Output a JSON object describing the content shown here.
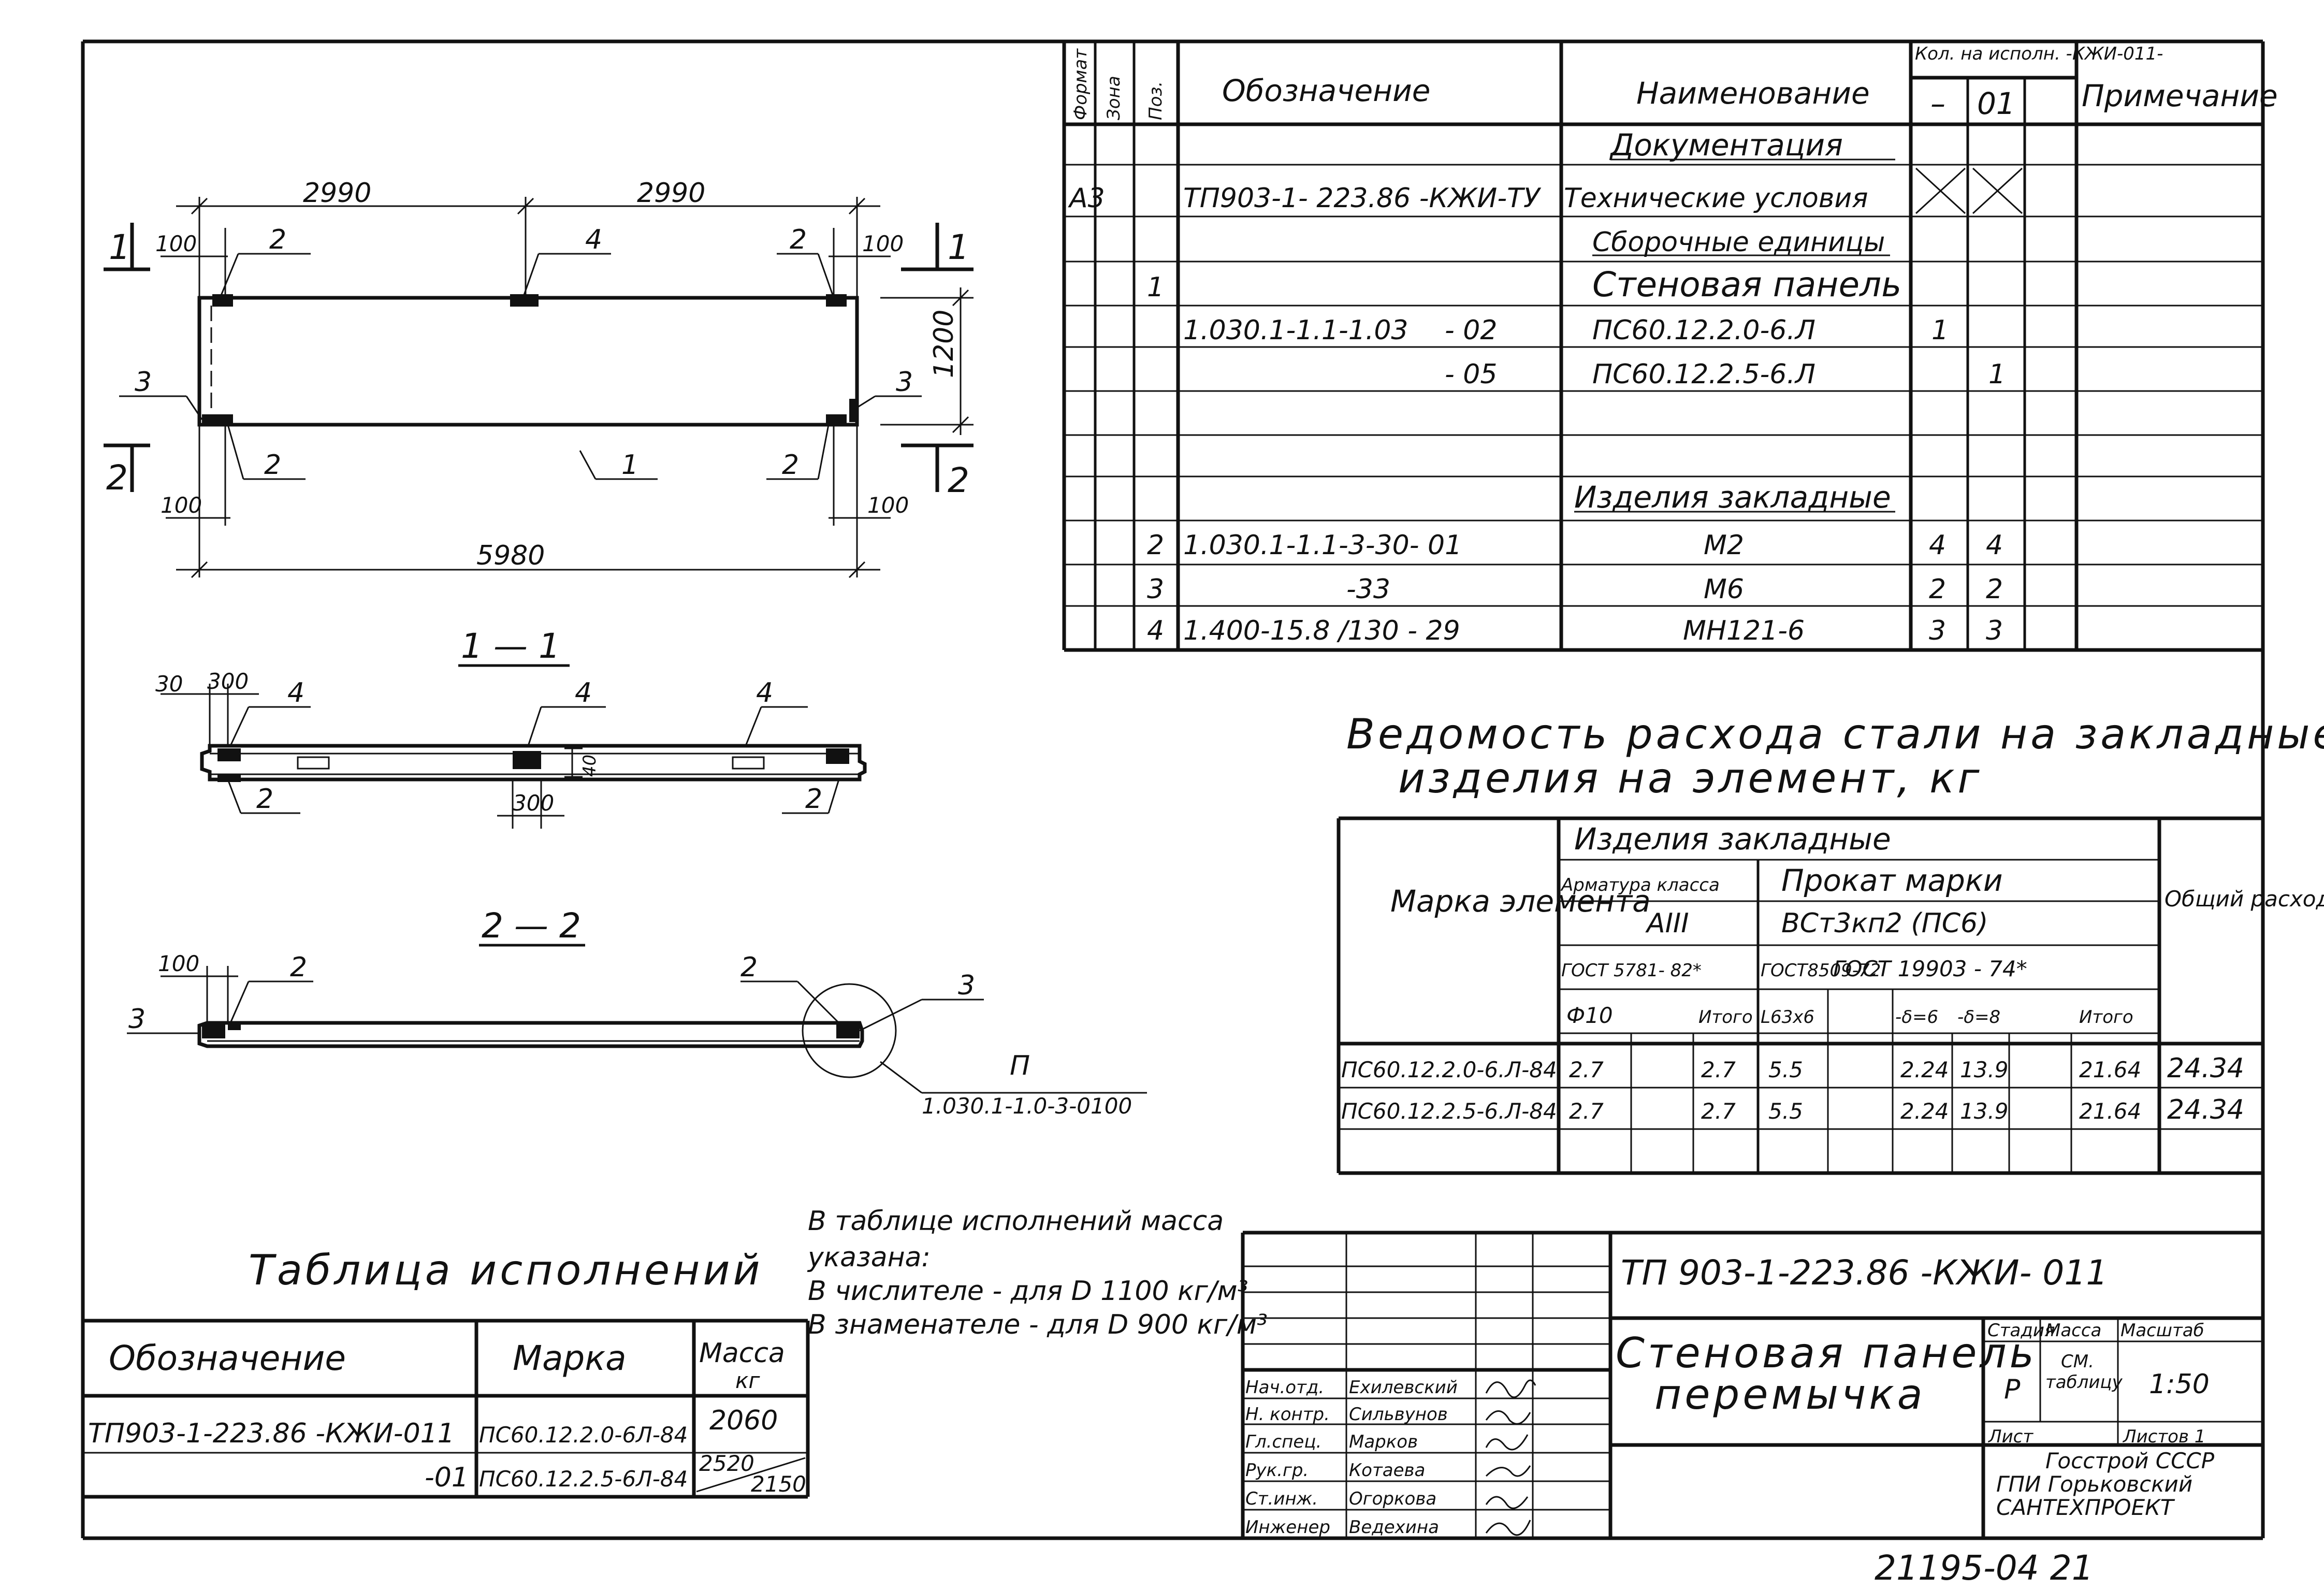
{
  "spec": {
    "col_headers": {
      "format": "Формат",
      "zone": "Зона",
      "pos": "Поз.",
      "designation": "Обозначение",
      "name": "Наименование",
      "qty_group": "Кол. на исполн. -КЖИ-011-",
      "qty_dash": "–",
      "qty_01": "01",
      "note": "Примечание"
    },
    "section_docs": "Документация",
    "rows": [
      {
        "format": "А3",
        "designation": "ТП903-1- 223.86   -КЖИ-ТУ",
        "name": "Технические условия"
      },
      {
        "name": "Сборочные единицы"
      },
      {
        "pos": "1",
        "name": "Стеновая панель"
      },
      {
        "designation": "1.030.1-1.1-1.03",
        "suffix": "- 02",
        "name": "ПС60.12.2.0-6.Л",
        "q1": "1"
      },
      {
        "suffix": "- 05",
        "name": "ПС60.12.2.5-6.Л",
        "q2": "1"
      },
      {
        "name": "Изделия закладные"
      },
      {
        "pos": "2",
        "designation": "1.030.1-1.1-3-30- 01",
        "name": "М2",
        "q1": "4",
        "q2": "4"
      },
      {
        "pos": "3",
        "designation": "-33",
        "name": "М6",
        "q1": "2",
        "q2": "2"
      },
      {
        "pos": "4",
        "designation": "1.400-15.8 /130 - 29",
        "name": "МН121-6",
        "q1": "3",
        "q2": "3"
      }
    ]
  },
  "drawing": {
    "dims": {
      "seg1": "2990",
      "seg2": "2990",
      "total": "5980",
      "height": "1200",
      "off_tl": "100",
      "off_tr": "100",
      "off_bl": "100",
      "off_br": "100",
      "sec_a": "30",
      "sec_b": "300",
      "sec_c": "300",
      "sec_d": "40",
      "sec2_off": "100"
    },
    "section_marks": {
      "cut1": "1",
      "cut2": "2",
      "s11": "1 — 1",
      "s22": "2 — 2"
    },
    "callouts": {
      "c1": "1",
      "c2": "2",
      "c3": "3",
      "c4": "4"
    },
    "node_ref_num": "П",
    "node_ref": "1.030.1-1.0-3-0100"
  },
  "steel": {
    "title1": "Ведомость расхода стали на закладные",
    "title2": "изделия на элемент, кг",
    "h_mark": "Марка элемента",
    "h_items": "Изделия закладные",
    "h_rebar": "Арматура класса",
    "h_rebar_cls": "АIII",
    "h_rebar_gost": "ГОСТ 5781- 82*",
    "h_rolled": "Прокат марки",
    "h_rolled_grade": "ВСт3кп2 (ПС6)",
    "h_gost2": "ГОСТ8509-72",
    "h_gost3": "ГОСТ 19903 - 74*",
    "h_total": "Общий расход",
    "sub": [
      "Ф10",
      "",
      "Итого",
      "L63x6",
      "",
      "-δ=6",
      "-δ=8",
      "",
      "Итого"
    ],
    "rows": [
      [
        "ПС60.12.2.0-6.Л-84",
        "2.7",
        "",
        "2.7",
        "5.5",
        "",
        "2.24",
        "13.9",
        "",
        "21.64",
        "24.34"
      ],
      [
        "ПС60.12.2.5-6.Л-84",
        "2.7",
        "",
        "2.7",
        "5.5",
        "",
        "2.24",
        "13.9",
        "",
        "21.64",
        "24.34"
      ]
    ]
  },
  "note": {
    "line1": "В таблице исполнений масса",
    "line2": "указана:",
    "line3": "В числителе - для D 1100 кг/м³",
    "line4": "В знаменателе - для D 900 кг/м³"
  },
  "variants": {
    "title": "Таблица исполнений",
    "h1": "Обозначение",
    "h2": "Марка",
    "h3a": "Масса",
    "h3b": "кг",
    "rows": [
      {
        "des": "ТП903-1-223.86  -КЖИ-011",
        "mark": "ПС60.12.2.0-6Л-84",
        "mass": "2060"
      },
      {
        "des": "-01",
        "mark": "ПС60.12.2.5-6Л-84",
        "mass_num": "2520",
        "mass_den": "2150"
      }
    ]
  },
  "stamp": {
    "code": "ТП 903-1-223.86     -КЖИ- 011",
    "title1": "Стеновая   панель",
    "title2": "перемычка",
    "h_stage": "Стадия",
    "h_mass": "Масса",
    "h_scale": "Масштаб",
    "stage": "Р",
    "mass1": "СМ.",
    "mass2": "таблицу",
    "scale": "1:50",
    "sheet": "Лист",
    "sheets": "Листов 1",
    "org1": "Госстрой СССР",
    "org2": "ГПИ Горьковский",
    "org3": "САНТЕХПРОЕКТ",
    "roles": [
      "Нач.отд.",
      "Н. контр.",
      "Гл.спец.",
      "Рук.гр.",
      "Ст.инж.",
      "Инженер"
    ],
    "names": [
      "Ехилевский",
      "Сильвунов",
      "Марков",
      "Котаева",
      "Огоркова",
      "Ведехина"
    ]
  },
  "sheet_number": "21195-04   21"
}
